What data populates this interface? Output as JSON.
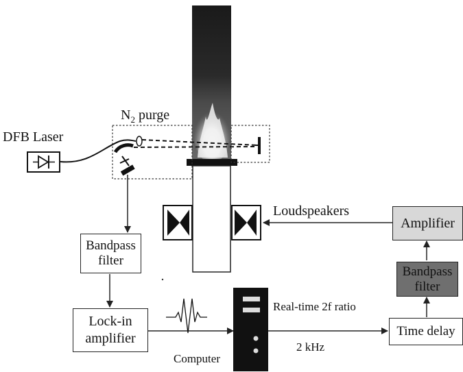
{
  "labels": {
    "dfb_laser": "DFB Laser",
    "n2_purge_main": "N",
    "n2_purge_sub": "2",
    "n2_purge_rest": " purge",
    "loudspeakers": "Loudspeakers",
    "realtime": "Real-time 2f ratio",
    "frequency": "2 kHz",
    "computer": "Computer"
  },
  "boxes": {
    "bandpass_left": [
      "Bandpass",
      "filter"
    ],
    "lockin": [
      "Lock-in",
      "amplifier"
    ],
    "amplifier": "Amplifier",
    "bandpass_right": [
      "Bandpass",
      "filter"
    ],
    "time_delay": "Time delay"
  },
  "colors": {
    "line": "#222222",
    "flame_dark": "#1a1a1a",
    "light_box": "#d8d8d8",
    "dark_box": "#6f6f6f"
  }
}
